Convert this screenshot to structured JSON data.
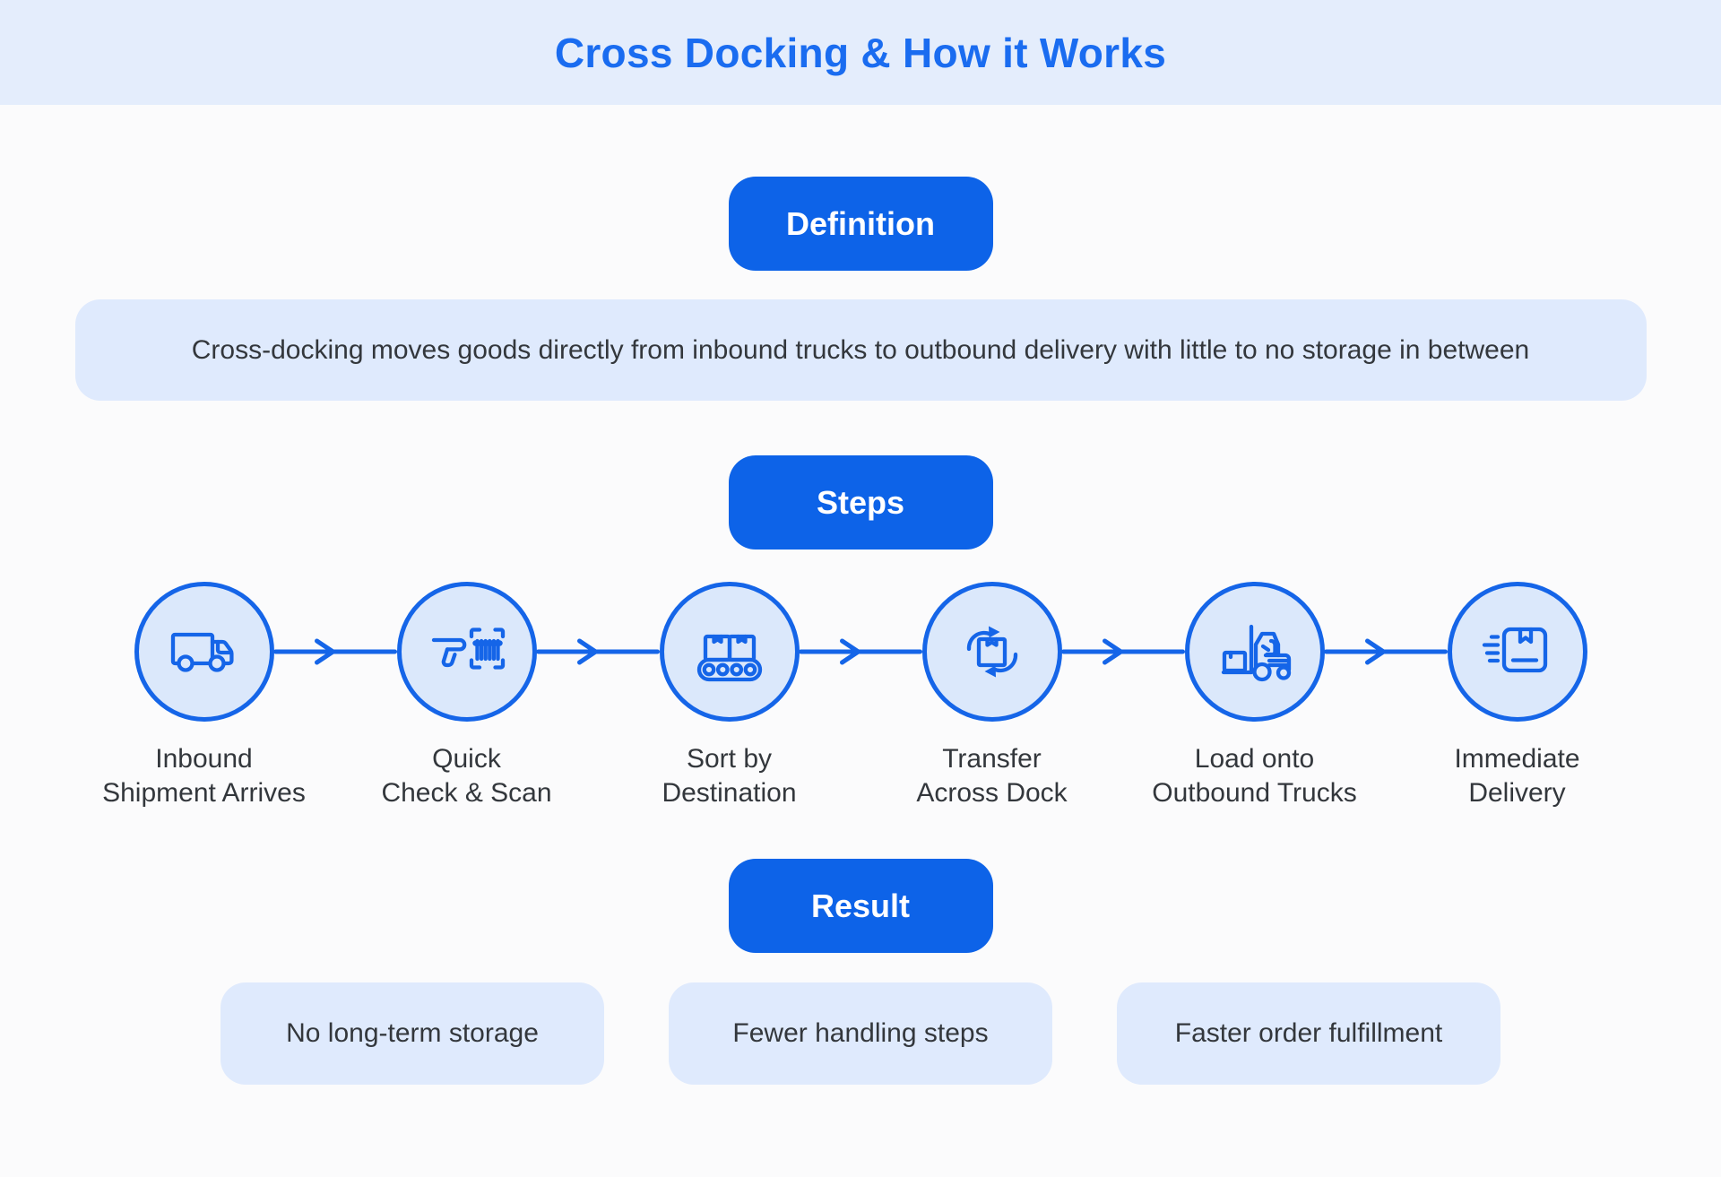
{
  "theme": {
    "primary_blue": "#0d63e8",
    "title_blue": "#1a6cf0",
    "stroke_blue": "#1565e8",
    "header_bg": "#e4edfc",
    "panel_bg": "#dfeafd",
    "circle_bg": "#dbe8fb",
    "page_bg": "#fbfbfc",
    "text_dark": "#33373c",
    "button_text": "#ffffff"
  },
  "header": {
    "title": "Cross Docking & How it Works"
  },
  "definition": {
    "button_label": "Definition",
    "text": "Cross-docking moves goods directly from inbound trucks to outbound delivery with little to no storage in between"
  },
  "steps": {
    "button_label": "Steps",
    "items": [
      {
        "icon": "truck-icon",
        "lines": [
          "Inbound",
          "Shipment Arrives"
        ]
      },
      {
        "icon": "barcode-scanner-icon",
        "lines": [
          "Quick",
          "Check & Scan"
        ]
      },
      {
        "icon": "conveyor-icon",
        "lines": [
          "Sort by",
          "Destination"
        ]
      },
      {
        "icon": "transfer-arrows-icon",
        "lines": [
          "Transfer",
          "Across Dock"
        ]
      },
      {
        "icon": "forklift-icon",
        "lines": [
          "Load onto",
          "Outbound Trucks"
        ]
      },
      {
        "icon": "delivery-box-icon",
        "lines": [
          "Immediate",
          "Delivery"
        ]
      }
    ]
  },
  "result": {
    "button_label": "Result",
    "boxes": [
      "No long-term storage",
      "Fewer handling steps",
      "Faster order fulfillment"
    ]
  }
}
